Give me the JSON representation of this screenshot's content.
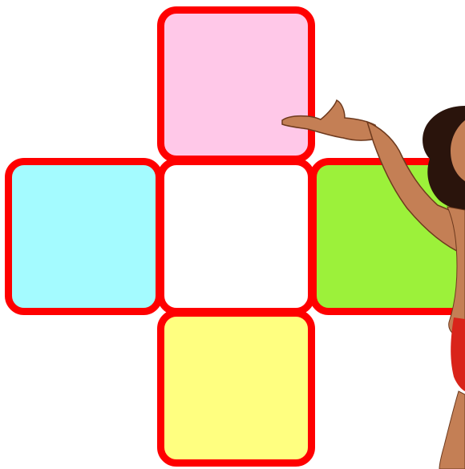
{
  "board": {
    "border_color": "#ff0000",
    "tiles": [
      {
        "id": "top",
        "color": "#ffc8e8"
      },
      {
        "id": "left",
        "color": "#a4fbff"
      },
      {
        "id": "center",
        "color": "#ffffff"
      },
      {
        "id": "right",
        "color": "#9cf13a"
      },
      {
        "id": "bottom",
        "color": "#ffff80"
      }
    ]
  },
  "character": {
    "icon": "presenting-character-illustration",
    "skin_color": "#c47f55",
    "hair_color": "#2a140c",
    "outfit_color": "#d9241a"
  }
}
